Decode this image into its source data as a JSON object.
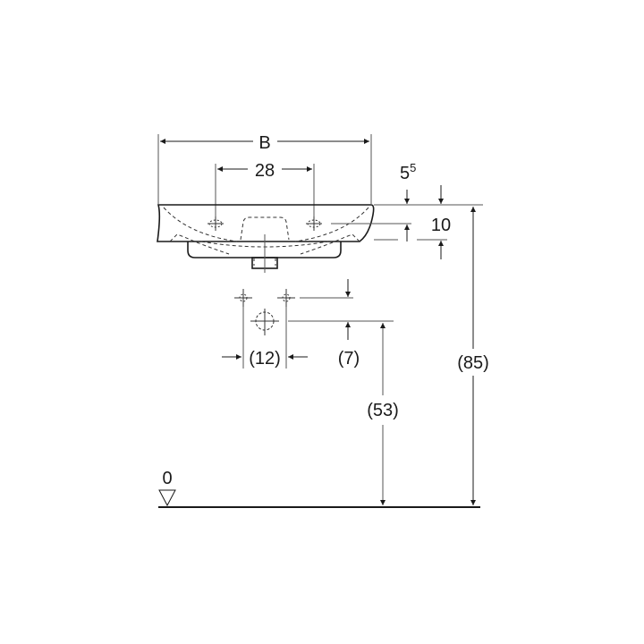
{
  "diagram": {
    "type": "technical dimension drawing",
    "subject": "washbasin side elevation with tap holes and waste outlet",
    "colors": {
      "line": "#1a1a1a",
      "thin": "#555555",
      "dash": "#333333",
      "background": "#ffffff"
    },
    "labels": {
      "width": "B",
      "tap_hole_spacing": "28",
      "rim_thickness_base": "5",
      "rim_thickness_sup": "5",
      "depth_ten": "10",
      "supply_spacing": "(12)",
      "supply_offset": "(7)",
      "waste_height": "(53)",
      "rim_height": "(85)",
      "floor_level": "0"
    }
  }
}
